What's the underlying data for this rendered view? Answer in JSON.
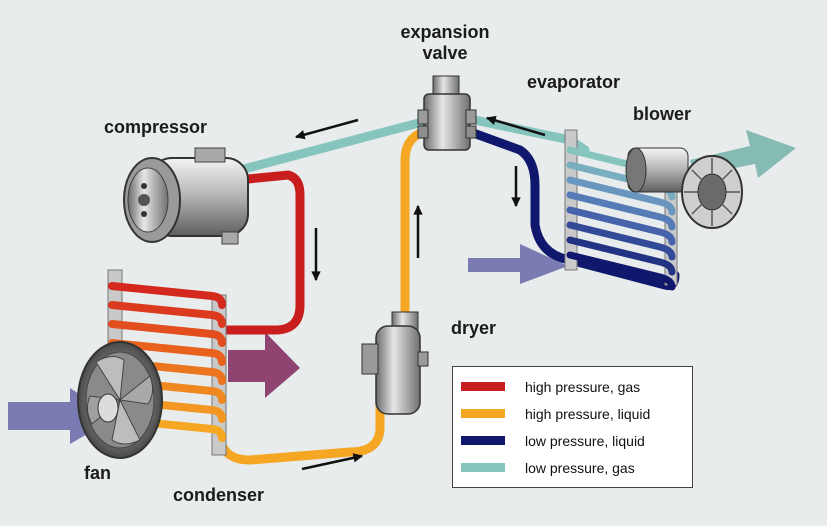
{
  "labels": {
    "expansion_valve_line1": "expansion",
    "expansion_valve_line2": "valve",
    "evaporator": "evaporator",
    "blower": "blower",
    "compressor": "compressor",
    "dryer": "dryer",
    "fan": "fan",
    "condenser": "condenser"
  },
  "legend": [
    {
      "label": "high pressure, gas",
      "color": "#c81e1e"
    },
    {
      "label": "high pressure, liquid",
      "color": "#f5a623"
    },
    {
      "label": "low pressure, liquid",
      "color": "#10186e"
    },
    {
      "label": "low pressure, gas",
      "color": "#86c5bd"
    }
  ],
  "colors": {
    "air_in": "#6f6fae",
    "air_hot": "#8a3a6a",
    "air_cool": "#7fb8b0",
    "flow_arrow": "#111111"
  }
}
